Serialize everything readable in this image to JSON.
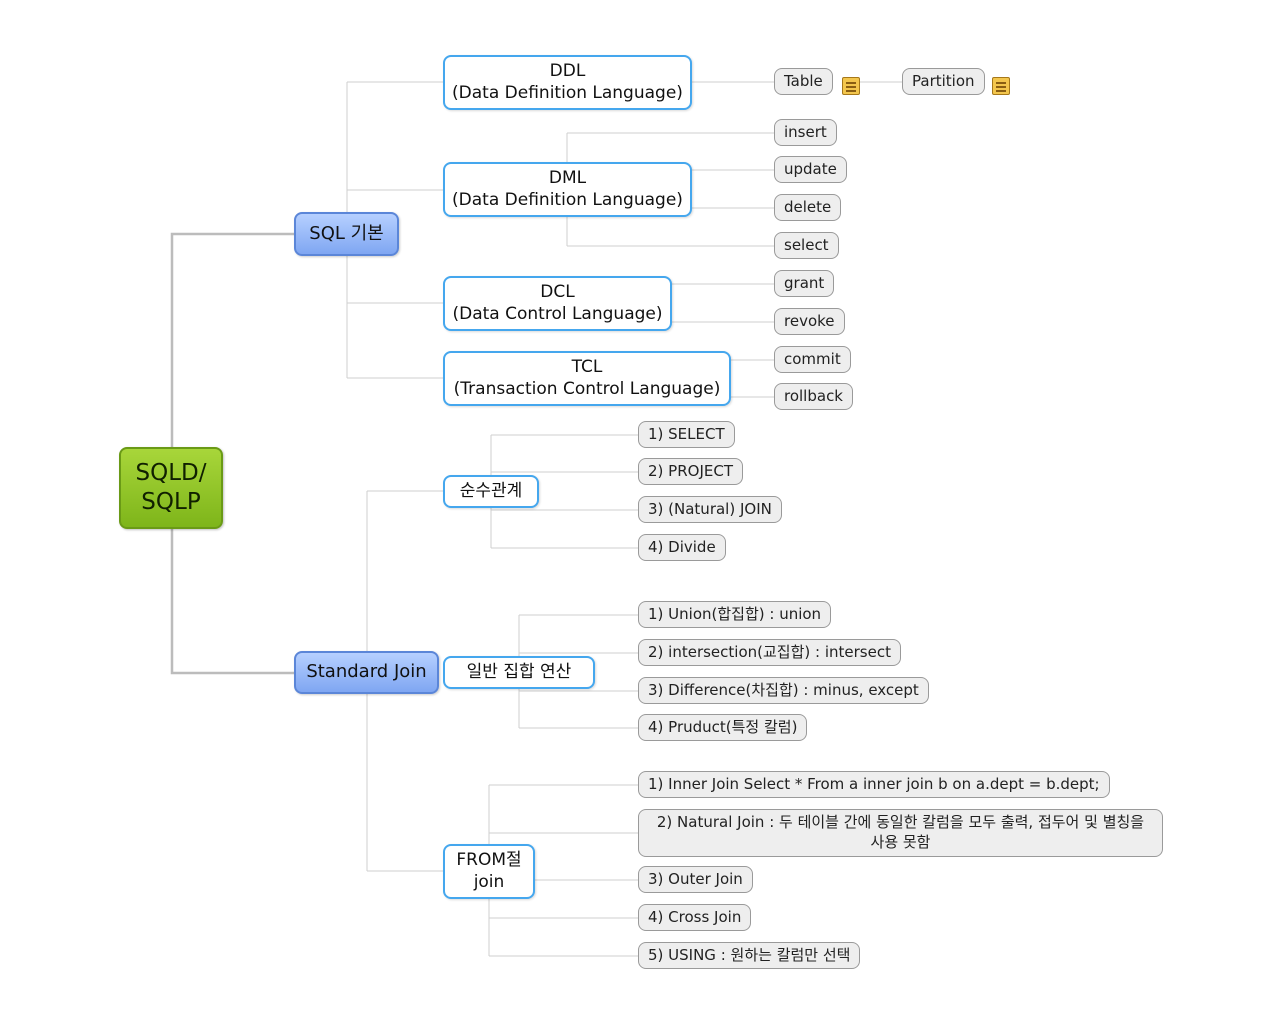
{
  "root": {
    "label_1": "SQLD/",
    "label_2": "SQLP"
  },
  "branches": {
    "sql_basic": {
      "label": "SQL 기본",
      "ddl": {
        "line1": "DDL",
        "line2": "(Data Definition Language)",
        "items": [
          "Table",
          "Partition"
        ]
      },
      "dml": {
        "line1": "DML",
        "line2": "(Data Definition Language)",
        "items": [
          "insert",
          "update",
          "delete",
          "select"
        ]
      },
      "dcl": {
        "line1": "DCL",
        "line2": "(Data Control Language)",
        "items": [
          "grant",
          "revoke"
        ]
      },
      "tcl": {
        "line1": "TCL",
        "line2": "(Transaction Control Language)",
        "items": [
          "commit",
          "rollback"
        ]
      }
    },
    "standard_join": {
      "label": "Standard Join",
      "pure_relational": {
        "label": "순수관계",
        "items": [
          "1) SELECT",
          "2) PROJECT",
          "3) (Natural) JOIN",
          "4) Divide"
        ]
      },
      "set_ops": {
        "label": "일반 집합 연산",
        "items": [
          "1) Union(합집합) : union",
          "2) intersection(교집합) : intersect",
          "3) Difference(차집합) : minus, except",
          "4) Pruduct(특정 칼럼)"
        ]
      },
      "from_join": {
        "line1": "FROM절",
        "line2": "join",
        "items": [
          "1) Inner Join Select * From a inner join b on a.dept = b.dept;",
          "2) Natural Join : 두 테이블 간에 동일한 칼럼을 모두 출력, 접두어 및 별칭을 사용 못함",
          "3) Outer Join",
          "4) Cross Join",
          "5) USING : 원하는 칼럼만 선택"
        ]
      }
    }
  },
  "colors": {
    "root": "#8dc21f",
    "main": "#8fb3f7",
    "sub_border": "#45a7ee",
    "leaf": "#eeeeee",
    "connector_main": "#bcbcbc",
    "connector": "#cfcfcf"
  }
}
